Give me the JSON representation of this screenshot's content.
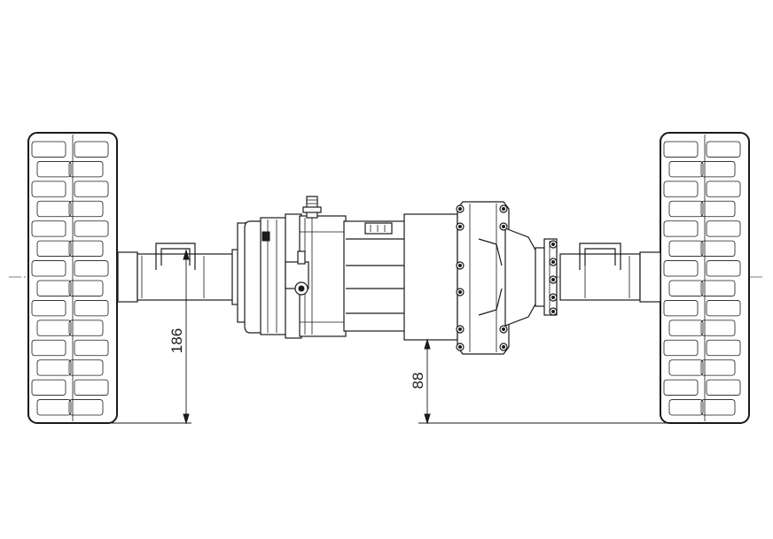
{
  "dimensions": {
    "left_height_label": "186",
    "right_height_label": "88"
  },
  "wheels": {
    "tread_rows": 14
  },
  "colors": {
    "line": "#1a1a1a",
    "background": "#ffffff"
  }
}
